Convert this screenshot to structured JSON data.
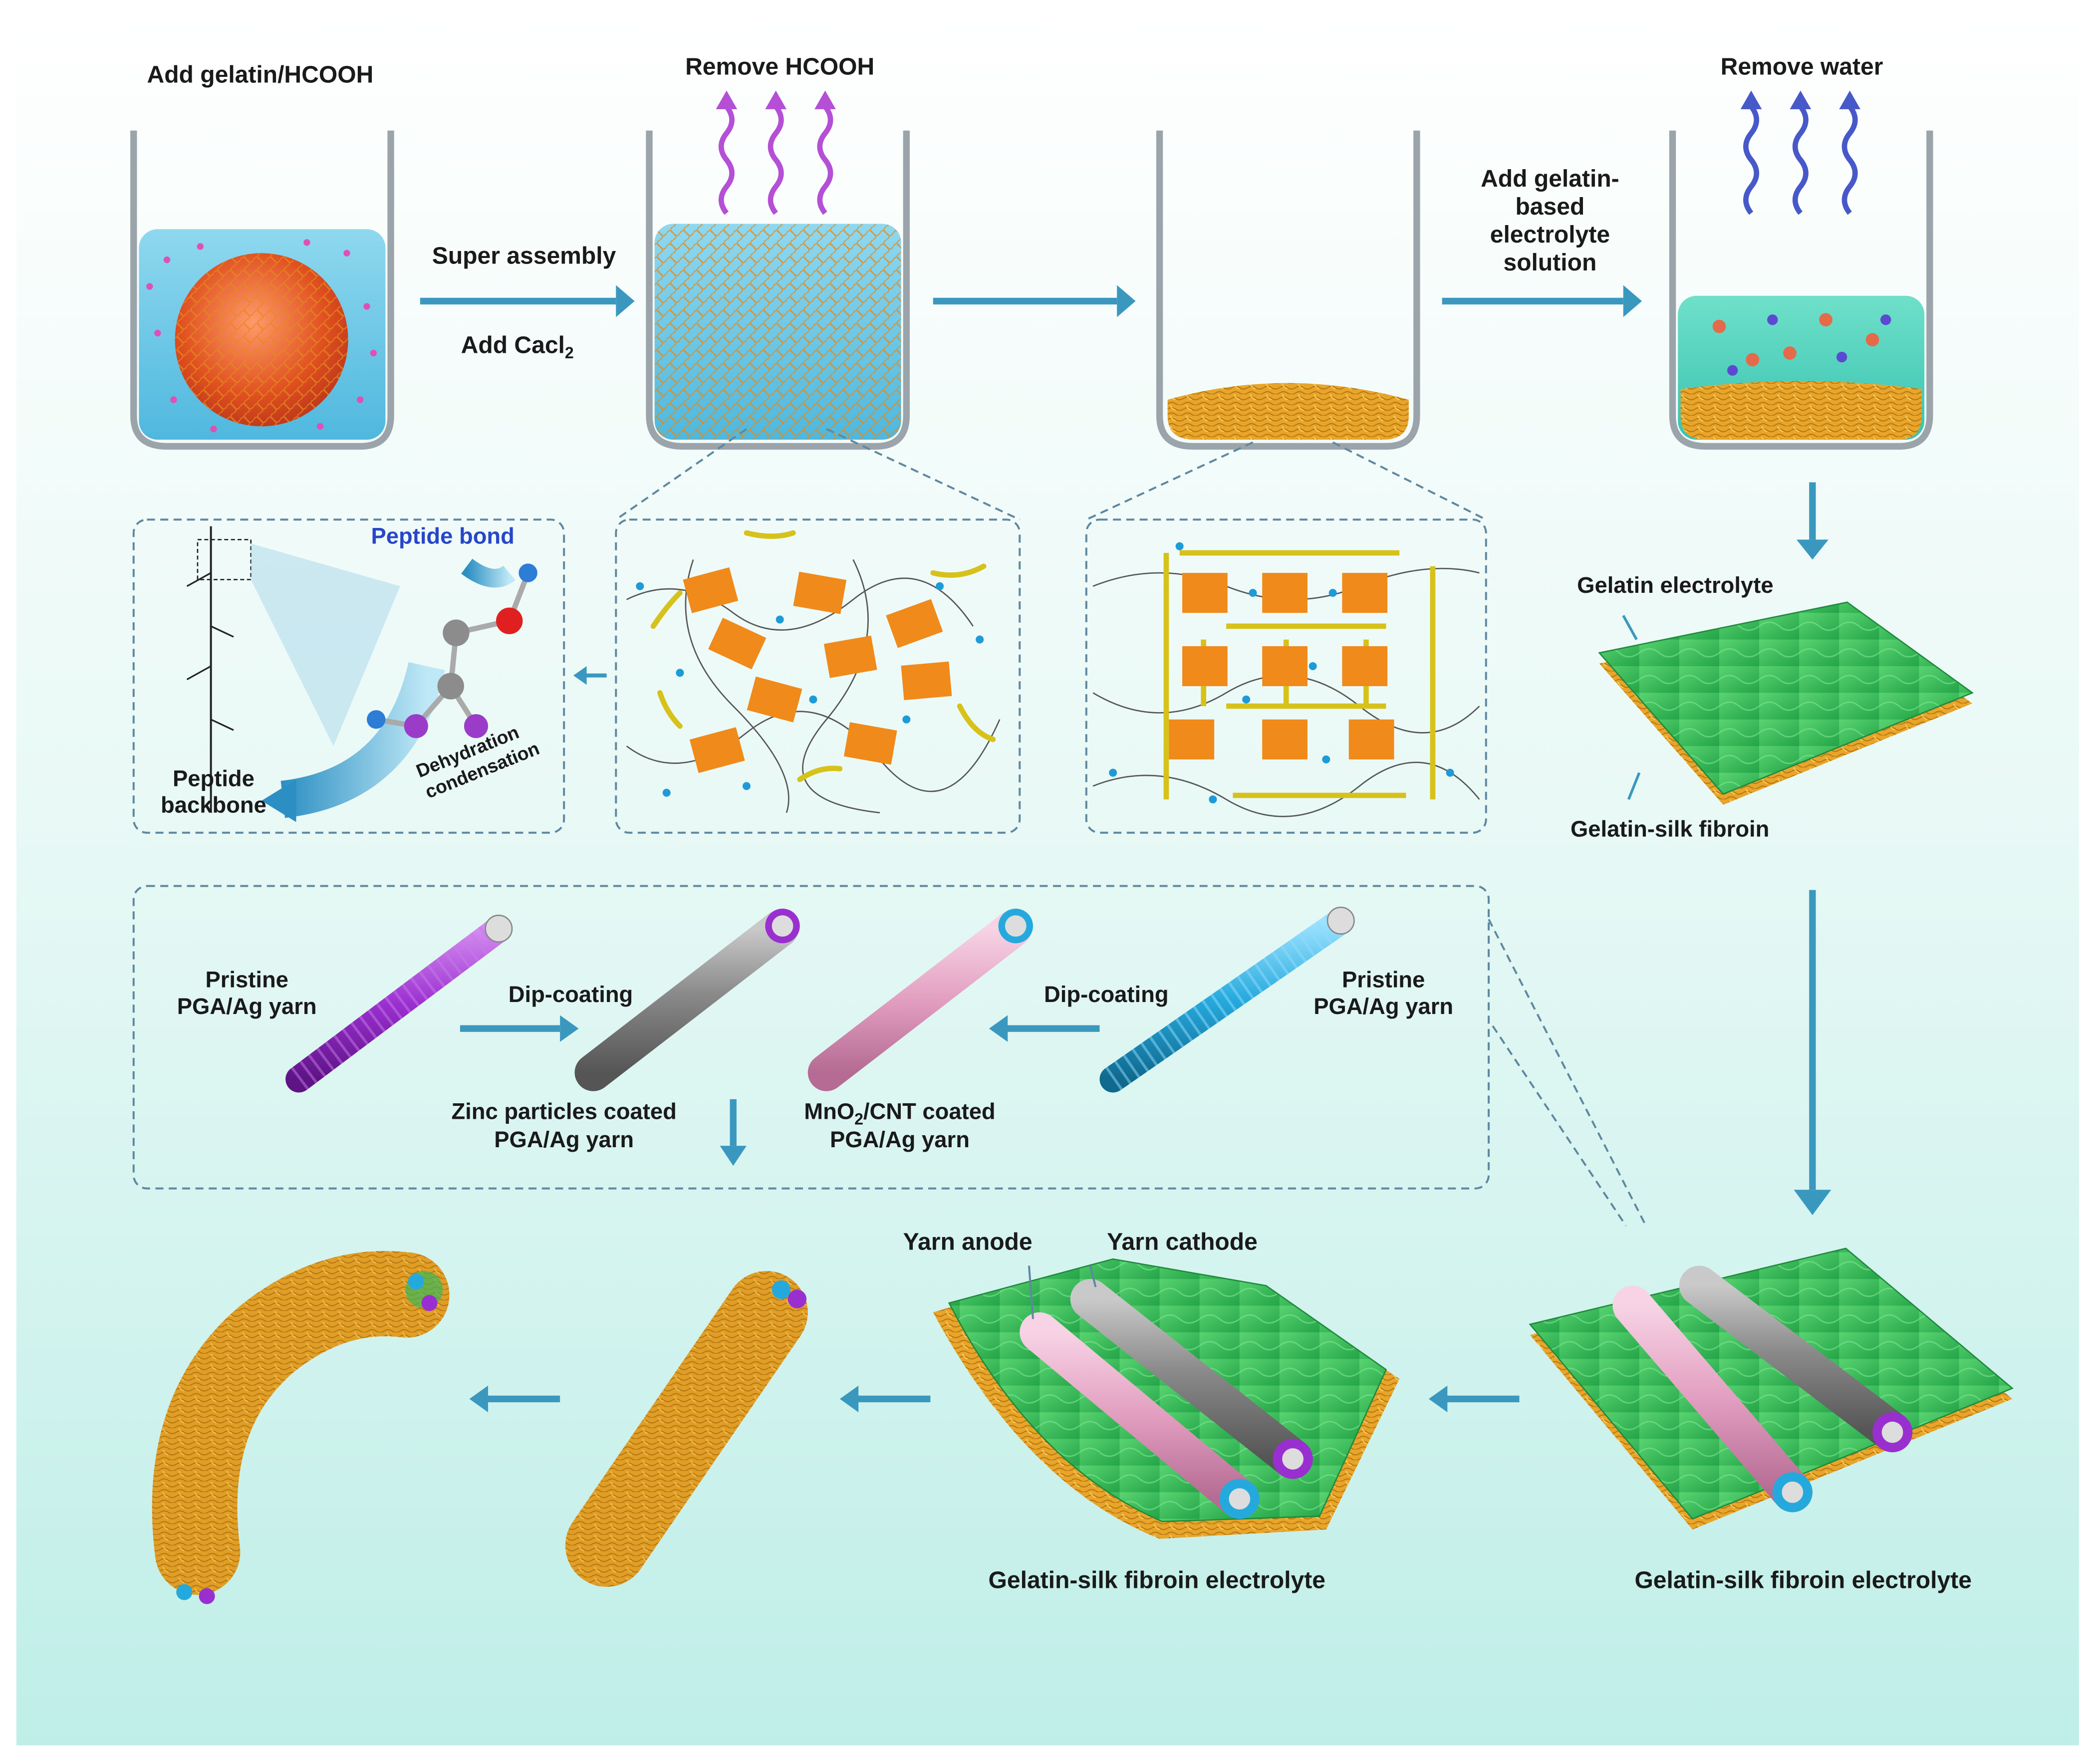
{
  "colors": {
    "background_top": "#ffffff",
    "background_bottom": "#bfeee8",
    "arrow": "#3a98bf",
    "dashed": "#5f88a0",
    "liquid": "#66c6e6",
    "fiber": "#e8a52a",
    "gel_green": "#3ab85a",
    "vapor_purple": "#b44fd6",
    "vapor_blue": "#4759c8",
    "yarn_purple": "#9a2fd0",
    "yarn_gray": "#8c8c8c",
    "yarn_pink": "#e9a9c9",
    "yarn_cyan": "#25a9dd",
    "peptide_blue": "#2746c9"
  },
  "top_row": {
    "beaker1_label": "Add gelatin/HCOOH",
    "arrow1_label_top": "Super assembly",
    "arrow1_label_bottom": "Add Cacl",
    "arrow1_label_bottom_sub": "2",
    "beaker2_label": "Remove HCOOH",
    "arrow3_label_lines": [
      "Add gelatin-",
      "based",
      "electrolyte",
      "solution"
    ],
    "beaker4_label": "Remove water"
  },
  "middle_row": {
    "peptide_bond": "Peptide bond",
    "peptide_backbone_lines": [
      "Peptide",
      "backbone"
    ],
    "dehydration_lines": [
      "Dehydration",
      "condensation"
    ],
    "gel_top_label": "Gelatin electrolyte",
    "gel_bottom_label": "Gelatin-silk fibroin"
  },
  "yarn_row": {
    "pristine_left_lines": [
      "Pristine",
      "PGA/Ag yarn"
    ],
    "dip_left": "Dip-coating",
    "zinc_lines": [
      "Zinc particles coated",
      "PGA/Ag yarn"
    ],
    "mno2_lines": [
      "MnO",
      "2",
      "/CNT coated",
      "PGA/Ag yarn"
    ],
    "dip_right": "Dip-coating",
    "pristine_right_lines": [
      "Pristine",
      "PGA/Ag yarn"
    ]
  },
  "bottom_row": {
    "yarn_anode": "Yarn anode",
    "yarn_cathode": "Yarn cathode",
    "electrolyte_center": "Gelatin-silk fibroin electrolyte",
    "electrolyte_right": "Gelatin-silk fibroin electrolyte"
  }
}
